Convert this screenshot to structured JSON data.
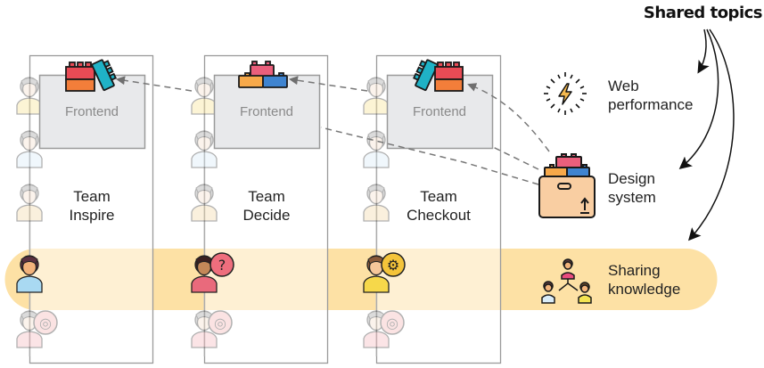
{
  "title": "Shared topics",
  "frontend_label": "Frontend",
  "teams": [
    {
      "name": "Team Inspire",
      "line1": "Team",
      "line2": "Inspire",
      "specialist_badge": "none"
    },
    {
      "name": "Team Decide",
      "line1": "Team",
      "line2": "Decide",
      "specialist_badge": "question-mark"
    },
    {
      "name": "Team Checkout",
      "line1": "Team",
      "line2": "Checkout",
      "specialist_badge": "gear"
    }
  ],
  "topics": [
    {
      "id": "web-performance",
      "line1": "Web",
      "line2": "performance",
      "icon": "lightning-icon"
    },
    {
      "id": "design-system",
      "line1": "Design",
      "line2": "system",
      "icon": "box-with-blocks-icon"
    },
    {
      "id": "sharing-knowledge",
      "line1": "Sharing",
      "line2": "knowledge",
      "icon": "people-network-icon"
    }
  ],
  "colors": {
    "band_outer": "#FDE1A5",
    "band_inner": "#FEF0D3",
    "frontend_fill": "#E8E9EB",
    "frame_stroke": "#9A9A9A",
    "dashed": "#7a7a7a",
    "block_red": "#E94B55",
    "block_orange": "#F37E3A",
    "block_teal": "#1FB2C6",
    "block_pink": "#EA5F7C",
    "block_yellow": "#F7A94A",
    "block_blue": "#3F84D0",
    "box_fill": "#F9CEA2"
  }
}
